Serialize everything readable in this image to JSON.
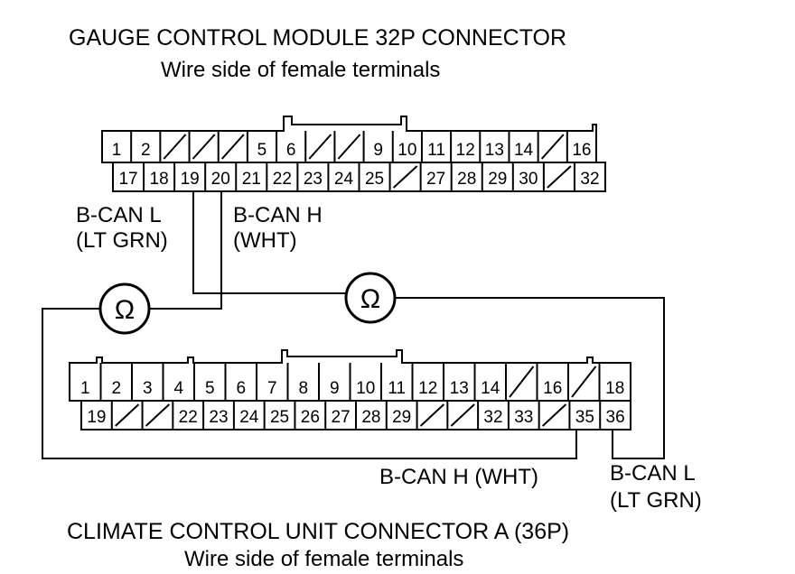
{
  "gauge": {
    "title": "GAUGE CONTROL MODULE 32P CONNECTOR",
    "subtitle": "Wire side of female terminals",
    "row1": [
      "1",
      "2",
      "",
      "",
      "",
      "5",
      "6",
      "",
      "",
      "9",
      "10",
      "11",
      "12",
      "13",
      "14",
      "",
      "16"
    ],
    "row2": [
      "17",
      "18",
      "19",
      "20",
      "21",
      "22",
      "23",
      "24",
      "25",
      "",
      "27",
      "28",
      "29",
      "30",
      "",
      "32"
    ]
  },
  "climate": {
    "title": "CLIMATE CONTROL UNIT CONNECTOR A (36P)",
    "subtitle": "Wire side of female terminals",
    "row1": [
      "1",
      "2",
      "3",
      "4",
      "5",
      "6",
      "7",
      "8",
      "9",
      "10",
      "11",
      "12",
      "13",
      "14",
      "",
      "16",
      "",
      "18"
    ],
    "row2": [
      "19",
      "",
      "",
      "22",
      "23",
      "24",
      "25",
      "26",
      "27",
      "28",
      "29",
      "",
      "",
      "32",
      "33",
      "",
      "35",
      "36"
    ]
  },
  "labels": {
    "gcm_can_l_1": "B-CAN L",
    "gcm_can_l_2": "(LT GRN)",
    "gcm_can_h_1": "B-CAN H",
    "gcm_can_h_2": "(WHT)",
    "ccu_can_h": "B-CAN H (WHT)",
    "ccu_can_l_1": "B-CAN L",
    "ccu_can_l_2": "(LT GRN)"
  },
  "meters": {
    "left": "Ω",
    "right": "Ω"
  },
  "icons": {
    "meter": "ohmmeter-icon",
    "connector": "connector-face-icon"
  }
}
